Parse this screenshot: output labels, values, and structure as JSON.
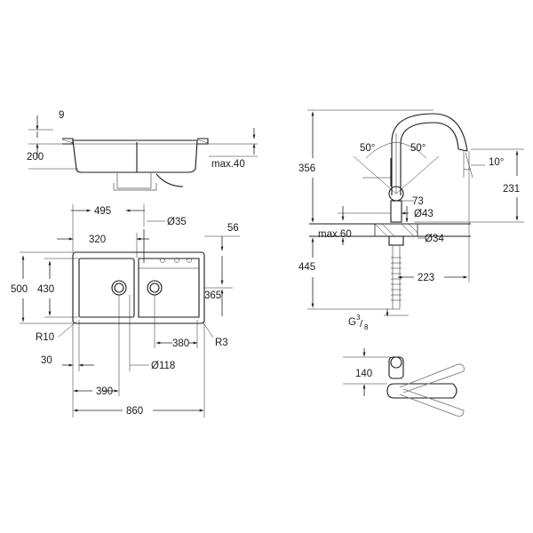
{
  "sink_section": {
    "thickness": "9",
    "depth": "200",
    "max_counter": "max.40"
  },
  "sink_plan": {
    "width_495": "495",
    "tap_hole": "Ø35",
    "offset_56": "56",
    "bowl_320": "320",
    "height_500": "500",
    "height_430": "430",
    "drain_365": "365",
    "radius_10": "R10",
    "drain_380": "380",
    "radius_3": "R3",
    "edge_30": "30",
    "waste_118": "Ø118",
    "drain_390": "390",
    "total_860": "860"
  },
  "tap": {
    "angle_left": "50°",
    "angle_right": "50°",
    "angle_tilt": "10°",
    "height_356": "356",
    "spout_231": "231",
    "dim_73": "73",
    "dia_43": "Ø43",
    "max_60": "max.60",
    "dia_34": "Ø34",
    "len_445": "445",
    "reach_223": "223",
    "thread": "G",
    "thread_num": "3",
    "thread_den": "8",
    "rot_140": "140"
  }
}
